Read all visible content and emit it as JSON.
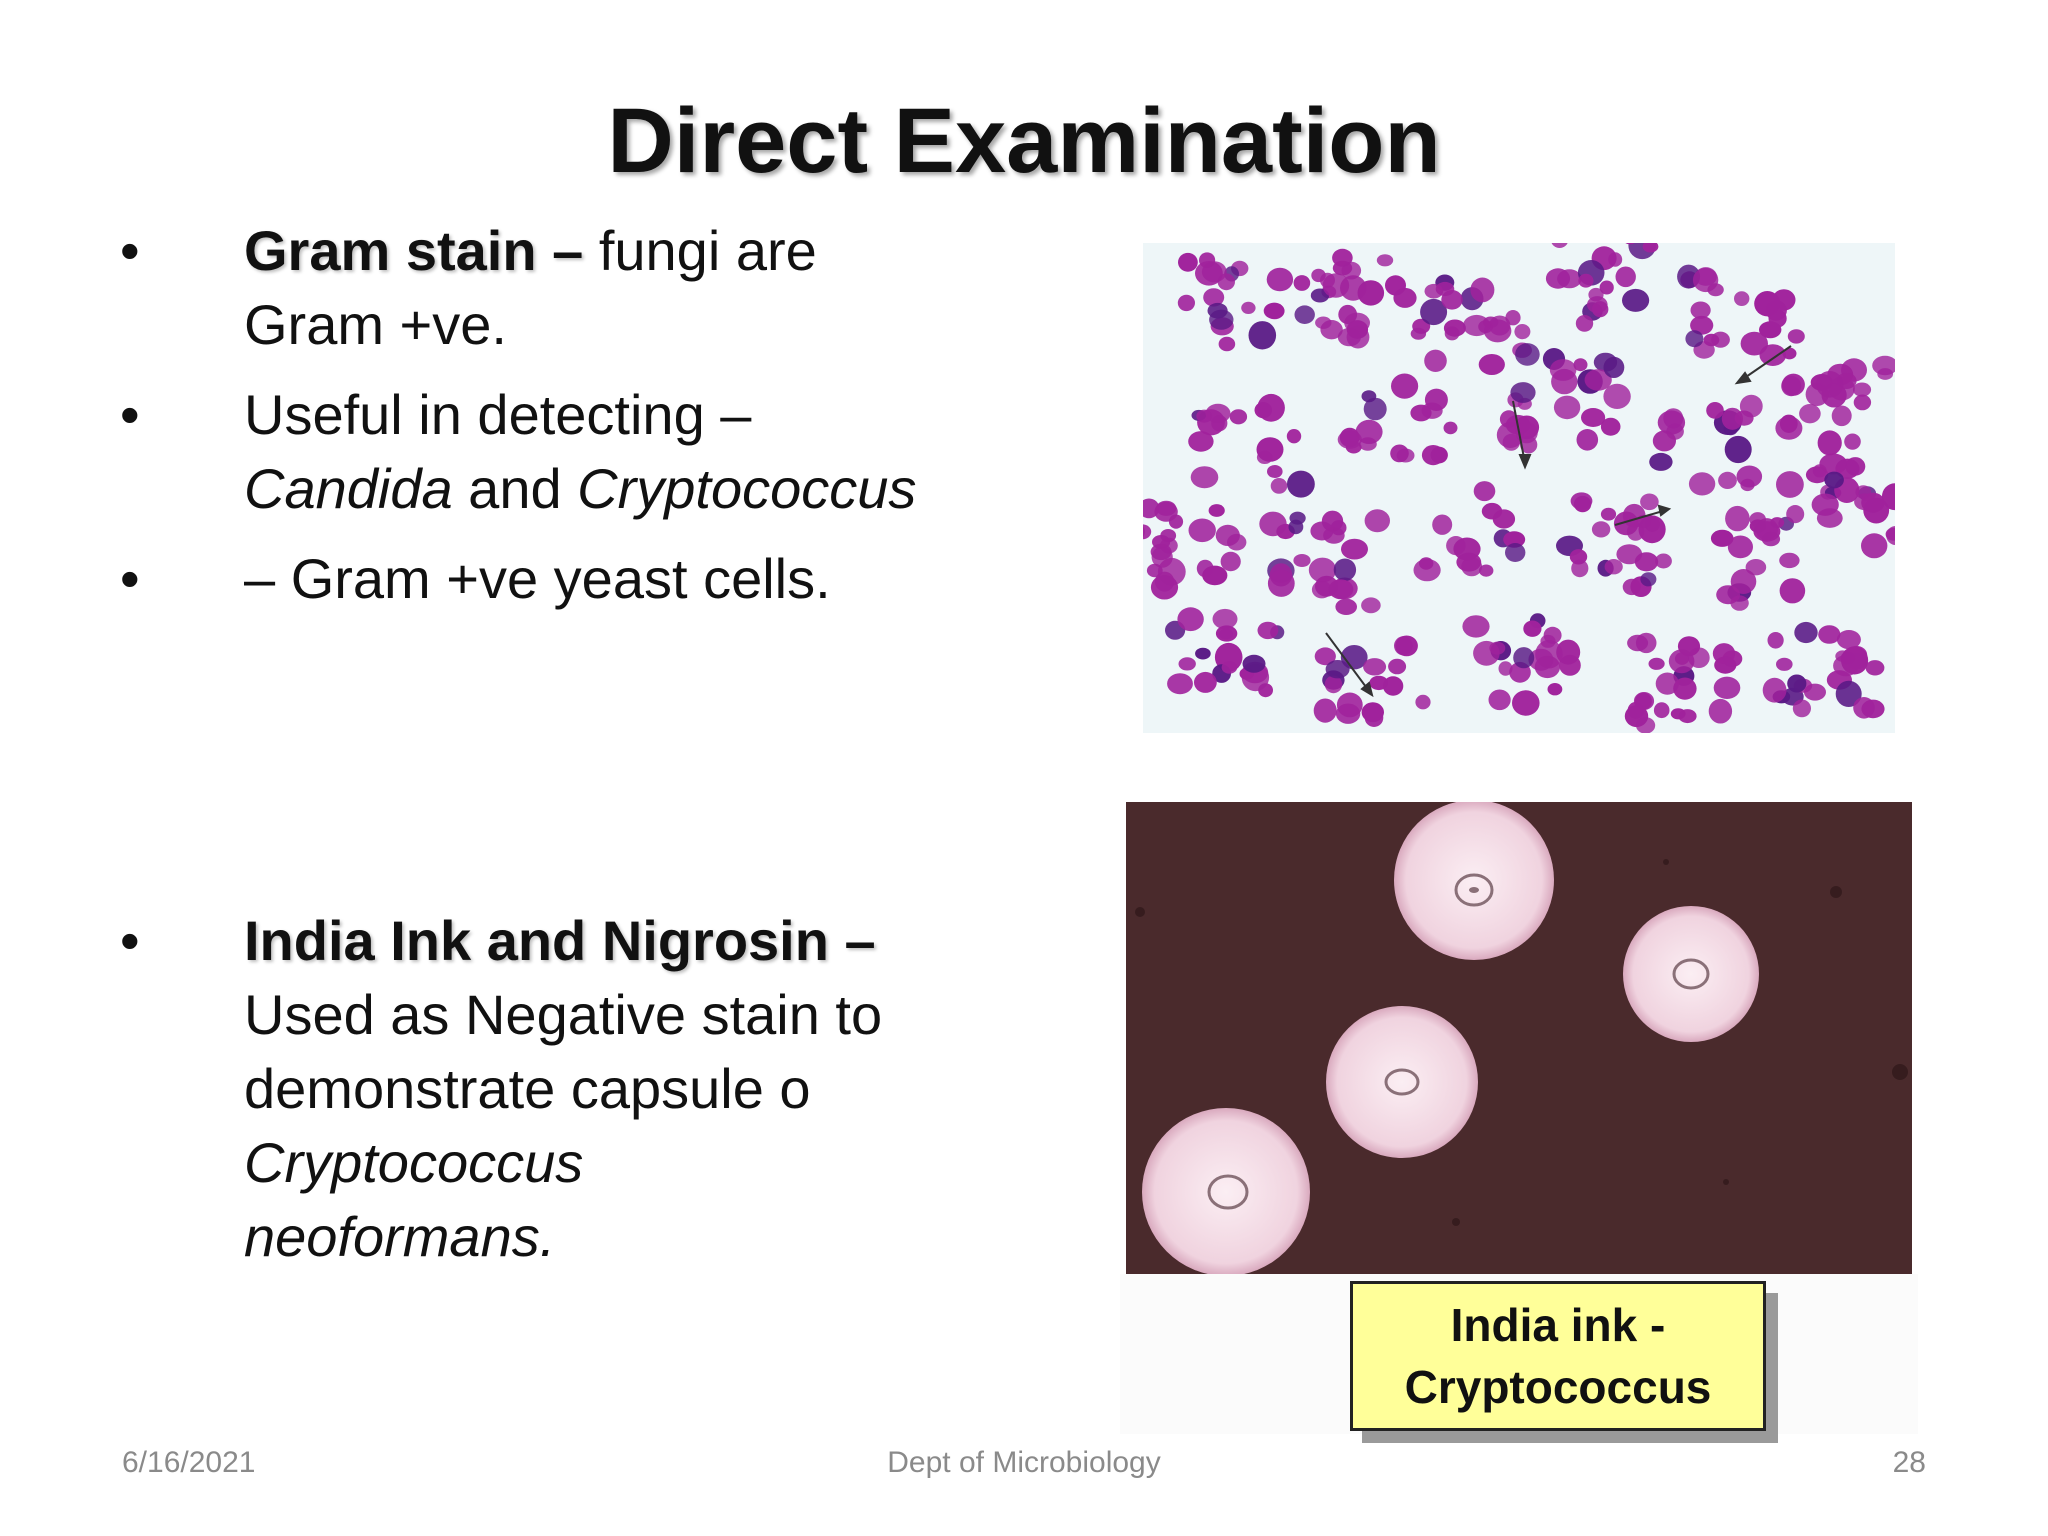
{
  "slide": {
    "title": "Direct Examination",
    "bullets_top": [
      {
        "marker": "•",
        "strong": "Gram stain –",
        "text": " fungi are",
        "line2": "Gram +ve."
      },
      {
        "marker": "•",
        "text": "Useful in detecting –",
        "em1": "Candida",
        "mid": " and ",
        "em2": "Cryptococcus"
      },
      {
        "marker": "•",
        "text": "– Gram +ve yeast cells."
      }
    ],
    "bullet_bottom": {
      "marker": "•",
      "strong": "India Ink and Nigrosin –",
      "line2": "Used as Negative stain to",
      "line3": "demonstrate capsule o",
      "em1": "Cryptococcus",
      "em2": "neoformans."
    },
    "caption": {
      "line1": "India ink -",
      "line2": "Cryptococcus"
    },
    "footer": {
      "date": "6/16/2021",
      "center": "Dept of Microbiology",
      "page": "28"
    }
  },
  "colors": {
    "gram_cell": "#a0229c",
    "gram_cell_dark": "#5a1a86",
    "gram_bg": "#eef6f8",
    "ink_bg": "#4a2a2c",
    "capsule": "#f3dbe4",
    "caption_bg": "#ffff99"
  }
}
